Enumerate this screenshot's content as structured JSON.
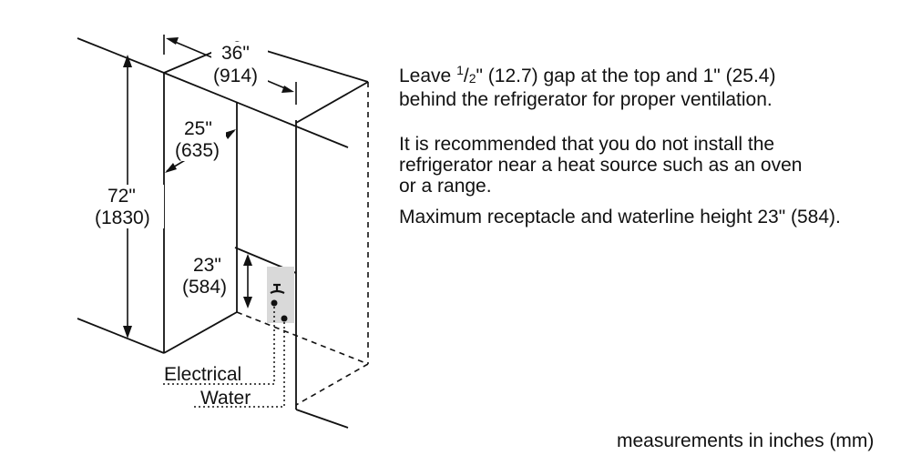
{
  "dimensions": {
    "width_in": "36\"",
    "width_mm": "(914)",
    "depth_in": "25\"",
    "depth_mm": "(635)",
    "height_in": "72\"",
    "height_mm": "(1830)",
    "outlet_in": "23\"",
    "outlet_mm": "(584)"
  },
  "labels": {
    "electrical": "Electrical",
    "water": "Water"
  },
  "notes": {
    "gap_prefix": "Leave ",
    "gap_frac_num": "1",
    "gap_frac_den": "2",
    "gap_suffix": "\" (12.7) gap at the top and 1\" (25.4)",
    "gap_line2": "behind the refrigerator for proper ventilation.",
    "heat_line1": "It is recommended that you do not install the",
    "heat_line2": "refrigerator near a heat source such as an oven",
    "heat_line3": "or a range.",
    "max_height": "Maximum receptacle and waterline height 23\" (584)."
  },
  "footer": {
    "units": "measurements in inches (mm)"
  }
}
